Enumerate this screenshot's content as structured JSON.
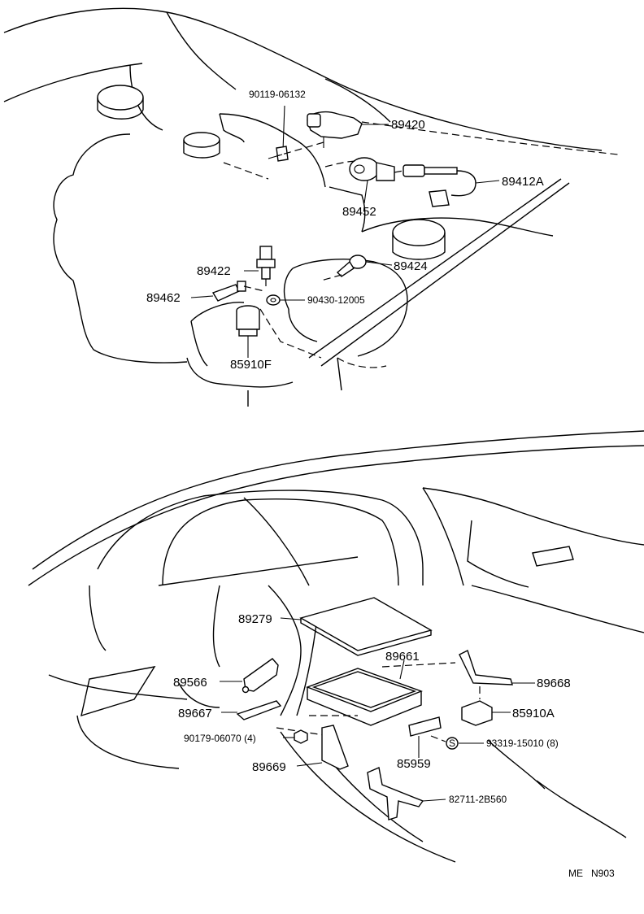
{
  "engine_labels": {
    "p90119_06132": "90119-06132",
    "p89420": "89420",
    "p89412A": "89412A",
    "p89452": "89452",
    "p89424": "89424",
    "p89422": "89422",
    "p89462": "89462",
    "p90430_12005": "90430-12005",
    "p85910F": "85910F"
  },
  "dash_labels": {
    "p89279": "89279",
    "p89661": "89661",
    "p89668": "89668",
    "p89566": "89566",
    "p89667": "89667",
    "p85910A": "85910A",
    "p90179_06070": "90179-06070 (4)",
    "p93319_15010": "93319-15010 (8)",
    "s_mark": "S",
    "p85959": "85959",
    "p89669": "89669",
    "p82711_2B560": "82711-2B560"
  },
  "footer": {
    "code": "ME   N903"
  }
}
